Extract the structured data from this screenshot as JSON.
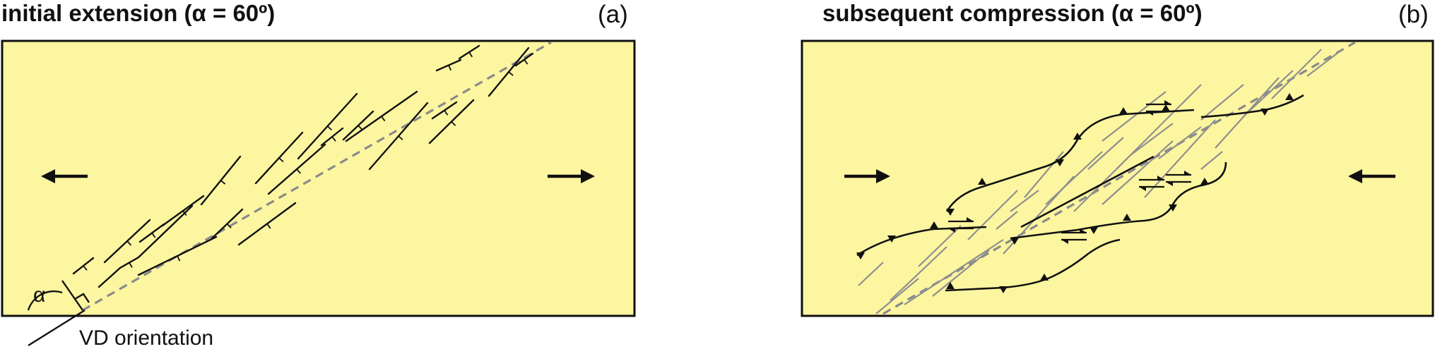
{
  "panels": [
    {
      "id": "a",
      "title": "initial extension (α = 60º)",
      "label": "(a)"
    },
    {
      "id": "b",
      "title": "subsequent compression (α = 60º)",
      "label": "(b)"
    }
  ],
  "annotations": {
    "alpha_symbol": "α",
    "vd_orientation": "VD orientation"
  },
  "colors": {
    "panel_fill": "#fdf6a0",
    "line": "#111111",
    "dashed_vd": "#8a8a8a",
    "ghost_fault": "#8f8f8f"
  }
}
